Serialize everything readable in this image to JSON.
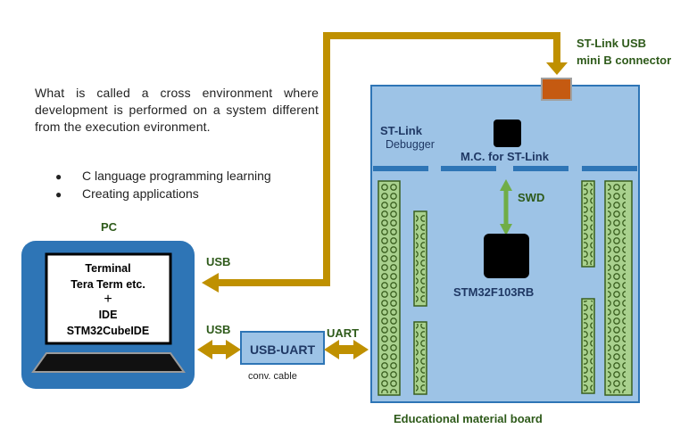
{
  "description": "What is called a cross environment where development is performed on a system different from the execution evironment.",
  "bullets": [
    "C language programming learning",
    "Creating applications"
  ],
  "pc": {
    "label": "PC",
    "screen_lines": [
      "Terminal",
      "Tera Term etc.",
      "+",
      "IDE",
      "STM32CubeIDE"
    ]
  },
  "connections": {
    "usb_top": "USB",
    "usb_bottom": "USB",
    "uart": "UART",
    "usb_uart_box": "USB-UART",
    "conv_cable": "conv. cable",
    "swd": "SWD"
  },
  "board": {
    "stlink_connector": [
      "ST-Link USB",
      "mini B connector"
    ],
    "stlink_title": "ST-Link",
    "debugger": "Debugger",
    "mc_label": "M.C. for ST-Link",
    "mcu_label": "STM32F103RB",
    "board_label": "Educational material board"
  },
  "colors": {
    "cable": "#bf9000",
    "board_fill": "#9dc3e6",
    "board_border": "#2e75b6",
    "laptop_frame": "#2e75b6",
    "header_fill": "#a9d18e",
    "header_border": "#3a5f1f",
    "swd_arrow": "#70ad47",
    "connector": "#c55a11",
    "label_green": "#2e5a1a"
  }
}
